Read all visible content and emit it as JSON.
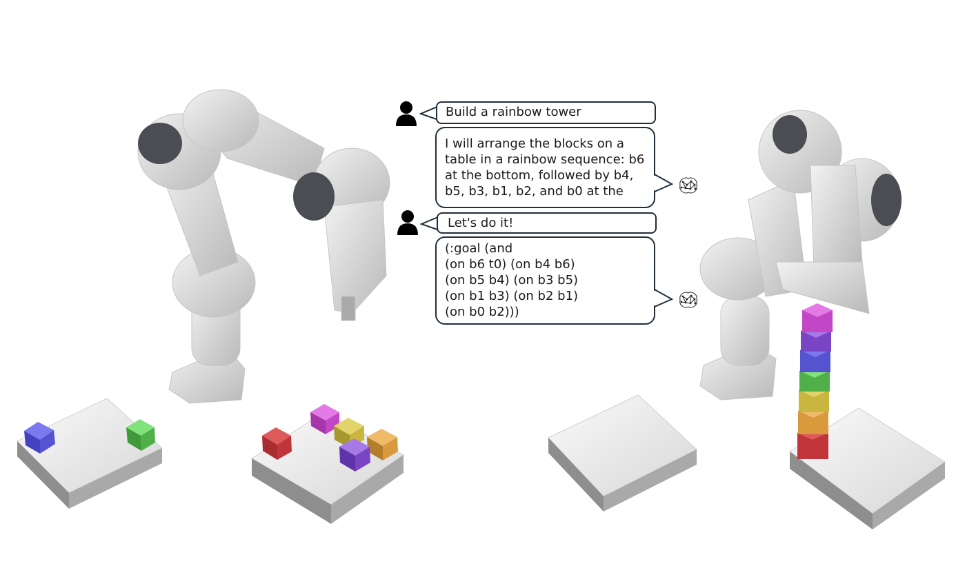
{
  "conversation": {
    "user_message_1": "Build a rainbow tower",
    "assistant_message_1": [
      "I will arrange the blocks on a",
      "table in a rainbow sequence: b6",
      "at the bottom, followed by b4,",
      "b5, b3, b1, b2, and b0 at the"
    ],
    "user_message_2": "Let's do it!",
    "assistant_message_2": [
      "(:goal (and",
      "(on b6 t0) (on b4 b6)",
      "(on b5 b4) (on b3 b5)",
      "(on b1 b3) (on b2 b1)",
      "(on b0 b2)))"
    ]
  },
  "icons": {
    "user": "person-icon",
    "assistant": "neural-brain-icon"
  },
  "colors": {
    "bubble_border": "#1f2d3a",
    "block_red": "#c0353a",
    "block_orange": "#d89a3c",
    "block_yellow": "#c9b63e",
    "block_green": "#4fb04a",
    "block_blue": "#5553cf",
    "block_indigo": "#7a45c4",
    "block_violet": "#c247c6",
    "robot": "#d9d9d9"
  }
}
